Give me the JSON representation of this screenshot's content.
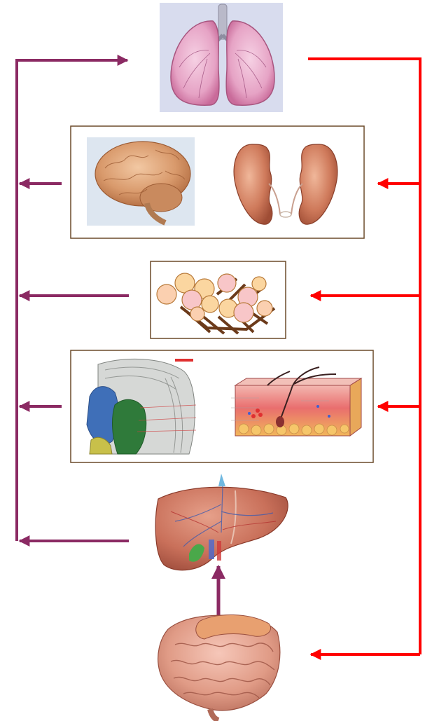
{
  "diagram": {
    "nodes": [
      {
        "id": "lungs",
        "icon": "lungs-icon"
      },
      {
        "id": "brain",
        "icon": "brain-icon",
        "group": "box-brain-kidneys"
      },
      {
        "id": "kidneys",
        "icon": "kidneys-icon",
        "group": "box-brain-kidneys"
      },
      {
        "id": "adipose",
        "icon": "fat-cells-icon"
      },
      {
        "id": "muscle",
        "icon": "muscle-icon",
        "group": "box-muscle-skin"
      },
      {
        "id": "skin",
        "icon": "skin-icon",
        "group": "box-muscle-skin"
      },
      {
        "id": "liver",
        "icon": "liver-icon"
      },
      {
        "id": "intestines",
        "icon": "intestines-icon"
      }
    ],
    "edges": [
      {
        "from": "liver",
        "to": "lungs",
        "color": "#8b2a63"
      },
      {
        "from": "box-brain-kidneys",
        "to": "lungs",
        "color": "#8b2a63"
      },
      {
        "from": "adipose",
        "to": "lungs",
        "color": "#8b2a63"
      },
      {
        "from": "box-muscle-skin",
        "to": "lungs",
        "color": "#8b2a63"
      },
      {
        "from": "intestines",
        "to": "liver",
        "color": "#8b2a63"
      },
      {
        "from": "lungs",
        "to": "box-brain-kidneys",
        "color": "#ff0000"
      },
      {
        "from": "lungs",
        "to": "adipose",
        "color": "#ff0000"
      },
      {
        "from": "lungs",
        "to": "box-muscle-skin",
        "color": "#ff0000"
      },
      {
        "from": "lungs",
        "to": "intestines",
        "color": "#ff0000"
      }
    ],
    "colors": {
      "return_path": "#8b2a63",
      "supply_path": "#ff0000",
      "box_border": "#6b4a2a"
    }
  }
}
